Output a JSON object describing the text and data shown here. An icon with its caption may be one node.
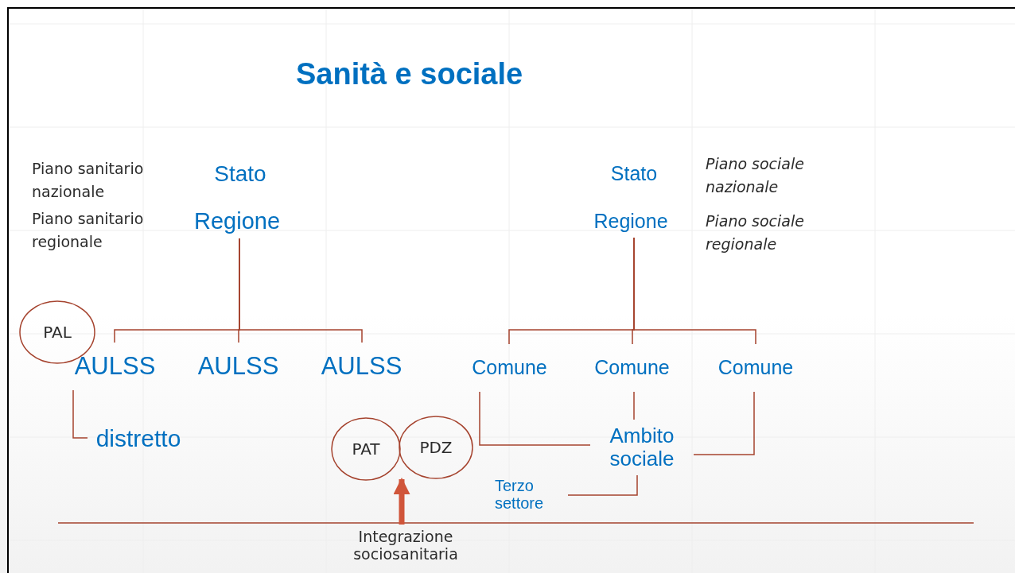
{
  "diagram": {
    "title": "Sanità e sociale",
    "nodes": [
      {
        "text": [
          "Stato"
        ]
      },
      {
        "text": [
          "Regione"
        ]
      },
      {
        "text": [
          "PAL"
        ]
      },
      {
        "text": [
          "AULSS"
        ]
      },
      {
        "text": [
          "AULSS"
        ]
      },
      {
        "text": [
          "AULSS"
        ]
      },
      {
        "text": [
          "Stato"
        ]
      },
      {
        "text": [
          "Regione"
        ]
      },
      {
        "text": [
          "Comune"
        ]
      },
      {
        "text": [
          "Comune"
        ]
      },
      {
        "text": [
          "Comune"
        ]
      },
      {
        "text": [
          "distretto"
        ]
      },
      {
        "text": [
          "PAT"
        ]
      },
      {
        "text": [
          "PDZ"
        ]
      },
      {
        "text": [
          "Ambito sociale"
        ]
      },
      {
        "text": [
          "Terzo settore"
        ]
      },
      {
        "text": [
          "Integrazione sociosanitaria"
        ]
      }
    ],
    "edges": [
      {
        "from": 1,
        "to": 3,
        "arrow": "none"
      },
      {
        "from": 1,
        "to": 4,
        "arrow": "none"
      },
      {
        "from": 1,
        "to": 5,
        "arrow": "none"
      },
      {
        "from": 7,
        "to": 8,
        "arrow": "none"
      },
      {
        "from": 7,
        "to": 9,
        "arrow": "none"
      },
      {
        "from": 7,
        "to": 10,
        "arrow": "none"
      },
      {
        "from": 3,
        "to": 11,
        "arrow": "none"
      },
      {
        "from": 8,
        "to": 14,
        "arrow": "none"
      },
      {
        "from": 9,
        "to": 14,
        "arrow": "none"
      },
      {
        "from": 10,
        "to": 14,
        "arrow": "none"
      },
      {
        "from": 14,
        "to": 15,
        "arrow": "none"
      },
      {
        "from": 16,
        "to": 13,
        "arrow": "to",
        "style": "thick",
        "color": "#d0553a"
      }
    ],
    "labels": [
      "Piano sanitario nazionale",
      "Piano sanitario regionale",
      "Piano sociale nazionale",
      "Piano sociale regionale"
    ]
  }
}
